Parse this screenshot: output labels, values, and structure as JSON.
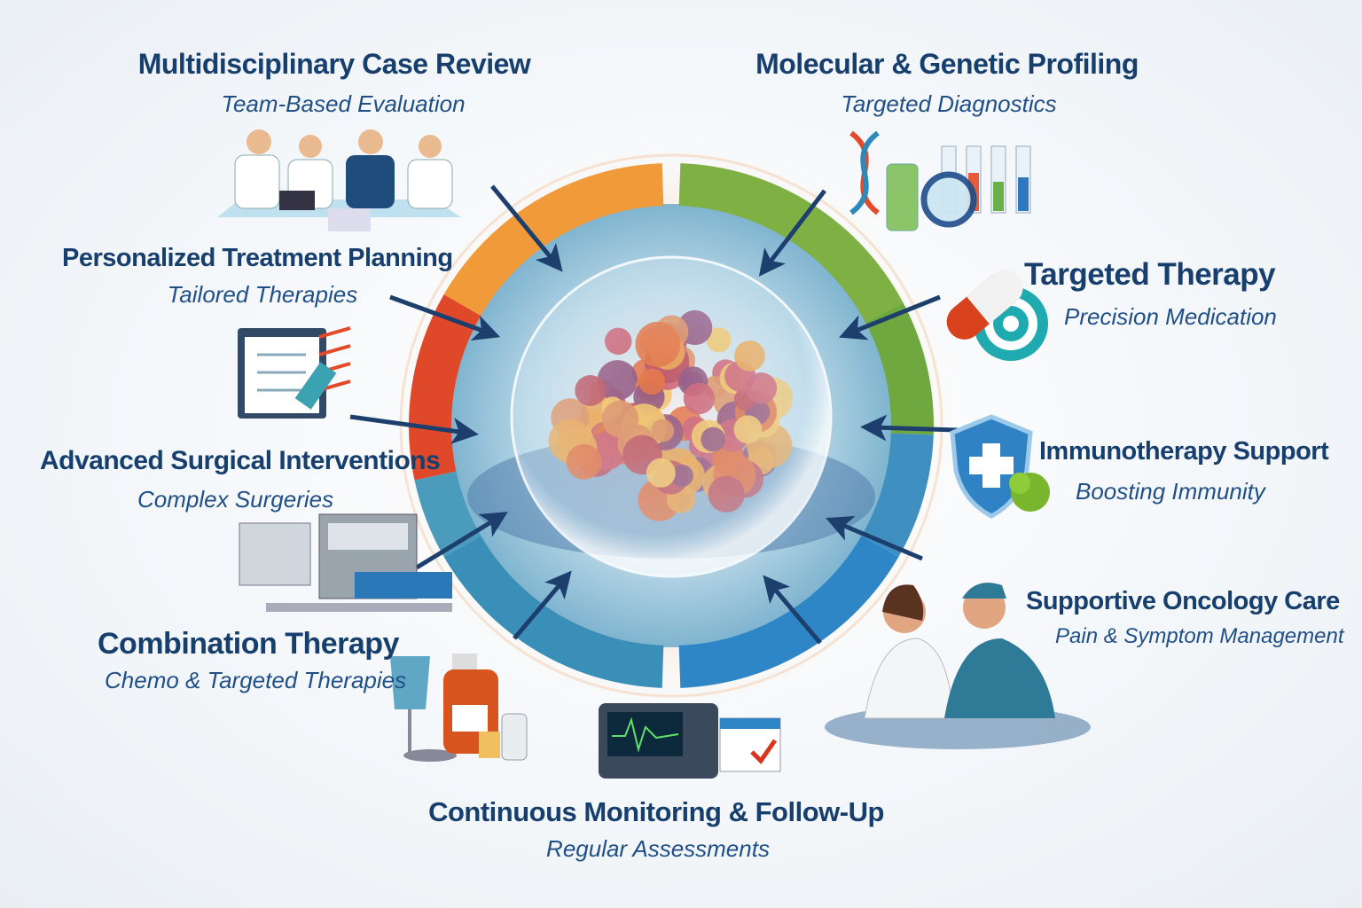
{
  "steps": [
    {
      "title": "Multidisciplinary Case Review",
      "subtitle": "Team-Based Evaluation",
      "icon": "medical-team-icon"
    },
    {
      "title": "Molecular & Genetic Profiling",
      "subtitle": "Targeted Diagnostics",
      "icon": "dna-lab-tubes-icon"
    },
    {
      "title": "Personalized Treatment Planning",
      "subtitle": "Tailored Therapies",
      "icon": "clipboard-dna-icon"
    },
    {
      "title": "Targeted Therapy",
      "subtitle": "Precision Medication",
      "icon": "capsule-target-icon"
    },
    {
      "title": "Advanced Surgical Interventions",
      "subtitle": "Complex Surgeries",
      "icon": "surgical-machine-icon"
    },
    {
      "title": "Immunotherapy Support",
      "subtitle": "Boosting Immunity",
      "icon": "shield-cross-icon"
    },
    {
      "title": "Supportive Oncology Care",
      "subtitle": "Pain & Symptom Management",
      "icon": "caregivers-icon"
    },
    {
      "title": "Combination Therapy",
      "subtitle": "Chemo & Targeted Therapies",
      "icon": "iv-medication-bottles-icon"
    },
    {
      "title": "Continuous Monitoring & Follow-Up",
      "subtitle": "Regular Assessments",
      "icon": "monitor-calendar-icon"
    }
  ],
  "colors": {
    "title": "#173f6e",
    "subtitle": "#1f4f86",
    "arrow": "#1d3f6e",
    "orange": "#f09a3a",
    "red": "#e0482a",
    "green": "#7fb043",
    "blue": "#2f86c6"
  }
}
